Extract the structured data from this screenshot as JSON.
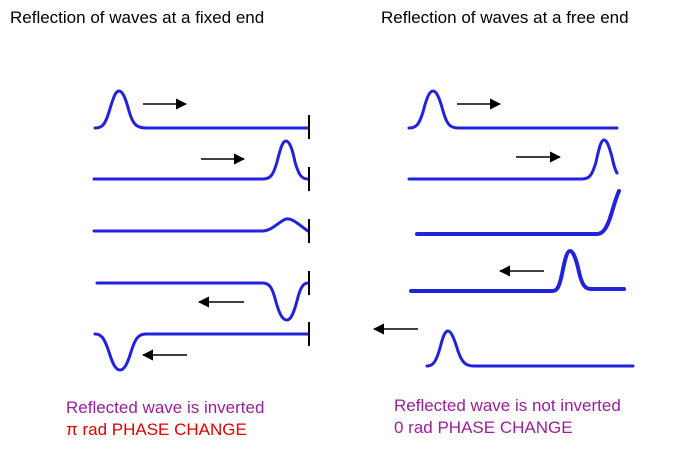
{
  "fixed_end": {
    "title": "Reflection of waves at a fixed end",
    "caption_line1": "Reflected wave is inverted",
    "caption_line2": "π rad PHASE CHANGE"
  },
  "free_end": {
    "title": "Reflection of waves at a free end",
    "caption_line1": "Reflected wave is not inverted",
    "caption_line2": "0 rad PHASE CHANGE"
  },
  "colors": {
    "wave": "#2222dd",
    "arrow": "#000000",
    "caption_purple": "#9a1f9a",
    "caption_red": "#e00000"
  }
}
